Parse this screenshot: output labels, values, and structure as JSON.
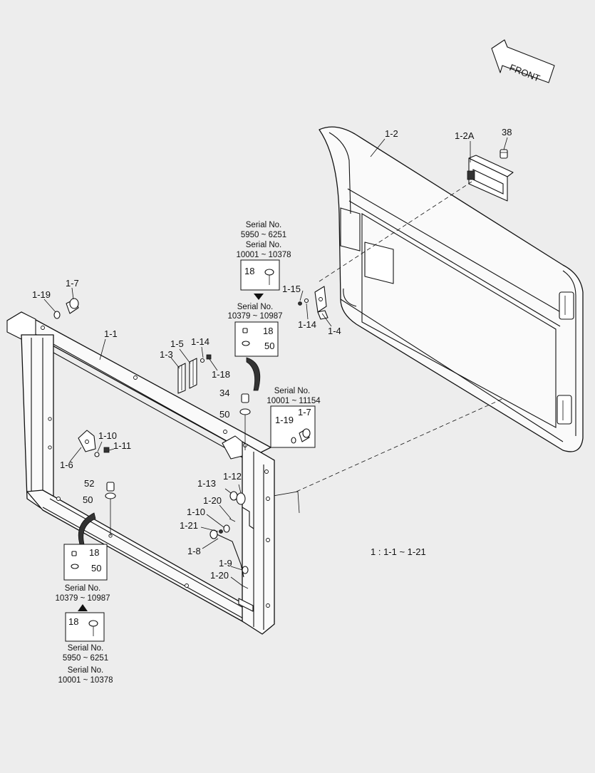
{
  "front_label": "FRONT",
  "legend": "1 : 1-1 ~ 1-21",
  "labels": {
    "p1_1": "1-1",
    "p1_2": "1-2",
    "p1_2A": "1-2A",
    "p38": "38",
    "p1_3": "1-3",
    "p1_4": "1-4",
    "p1_5": "1-5",
    "p1_6": "1-6",
    "p1_7a": "1-7",
    "p1_7b": "1-7",
    "p1_8": "1-8",
    "p1_9": "1-9",
    "p1_10a": "1-10",
    "p1_10b": "1-10",
    "p1_11": "1-11",
    "p1_12": "1-12",
    "p1_13": "1-13",
    "p1_14a": "1-14",
    "p1_14b": "1-14",
    "p1_15": "1-15",
    "p1_18": "1-18",
    "p1_19a": "1-19",
    "p1_19b": "1-19",
    "p1_20a": "1-20",
    "p1_20b": "1-20",
    "p1_21": "1-21",
    "p34": "34",
    "p50": "50",
    "p52": "52",
    "p50b": "50"
  },
  "inset_top_a": {
    "serial1": "Serial No.",
    "range1": "5950 ~ 6251",
    "serial2": "Serial No.",
    "range2": "10001 ~ 10378",
    "part": "18"
  },
  "inset_top_b": {
    "serial": "Serial No.",
    "range": "10379 ~ 10987",
    "part1": "18",
    "part2": "50"
  },
  "inset_right": {
    "serial": "Serial No.",
    "range": "10001 ~ 11154",
    "part1": "1-19",
    "part2": "1-7"
  },
  "inset_bottom_b": {
    "part1": "18",
    "part2": "50",
    "serial": "Serial No.",
    "range": "10379 ~ 10987"
  },
  "inset_bottom_a": {
    "part": "18",
    "serial1": "Serial No.",
    "range1": "5950 ~ 6251",
    "serial2": "Serial No.",
    "range2": "10001 ~ 10378"
  }
}
